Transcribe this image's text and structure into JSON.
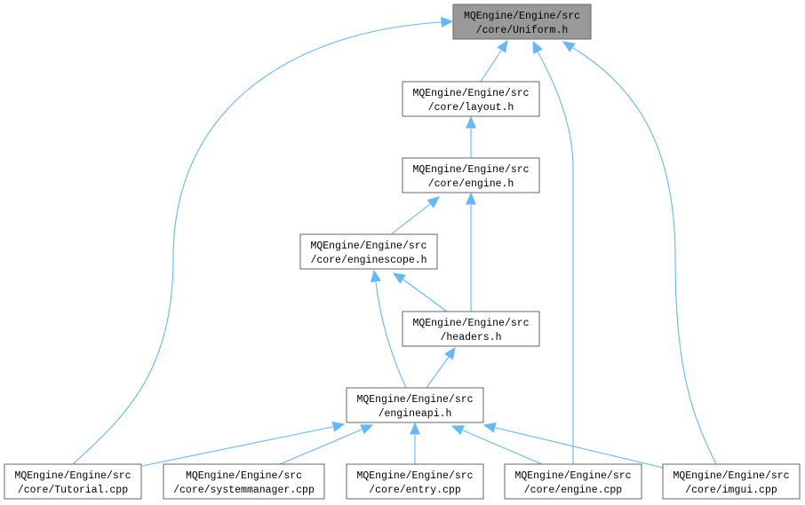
{
  "graph": {
    "nodes": [
      {
        "id": "uniform",
        "label1": "MQEngine/Engine/src",
        "label2": "/core/Uniform.h",
        "highlighted": true
      },
      {
        "id": "layout",
        "label1": "MQEngine/Engine/src",
        "label2": "/core/layout.h"
      },
      {
        "id": "engine_h",
        "label1": "MQEngine/Engine/src",
        "label2": "/core/engine.h"
      },
      {
        "id": "enginescope",
        "label1": "MQEngine/Engine/src",
        "label2": "/core/enginescope.h"
      },
      {
        "id": "headers",
        "label1": "MQEngine/Engine/src",
        "label2": "/headers.h"
      },
      {
        "id": "engineapi",
        "label1": "MQEngine/Engine/src",
        "label2": "/engineapi.h"
      },
      {
        "id": "tutorial",
        "label1": "MQEngine/Engine/src",
        "label2": "/core/Tutorial.cpp"
      },
      {
        "id": "systemmanager",
        "label1": "MQEngine/Engine/src",
        "label2": "/core/systemmanager.cpp"
      },
      {
        "id": "entry",
        "label1": "MQEngine/Engine/src",
        "label2": "/core/entry.cpp"
      },
      {
        "id": "engine_cpp",
        "label1": "MQEngine/Engine/src",
        "label2": "/core/engine.cpp"
      },
      {
        "id": "imgui",
        "label1": "MQEngine/Engine/src",
        "label2": "/core/imgui.cpp"
      }
    ],
    "edges": [
      {
        "from": "layout",
        "to": "uniform"
      },
      {
        "from": "tutorial",
        "to": "uniform"
      },
      {
        "from": "engine_cpp",
        "to": "uniform"
      },
      {
        "from": "imgui",
        "to": "uniform"
      },
      {
        "from": "engine_h",
        "to": "layout"
      },
      {
        "from": "enginescope",
        "to": "engine_h"
      },
      {
        "from": "headers",
        "to": "engine_h"
      },
      {
        "from": "headers",
        "to": "enginescope"
      },
      {
        "from": "engineapi",
        "to": "enginescope"
      },
      {
        "from": "engineapi",
        "to": "headers"
      },
      {
        "from": "tutorial",
        "to": "engineapi"
      },
      {
        "from": "systemmanager",
        "to": "engineapi"
      },
      {
        "from": "entry",
        "to": "engineapi"
      },
      {
        "from": "engine_cpp",
        "to": "engineapi"
      },
      {
        "from": "imgui",
        "to": "engineapi"
      }
    ],
    "colors": {
      "edge": "#63b8ff",
      "root_fill": "#999999",
      "node_border": "#666666",
      "node_fill": "#ffffff"
    }
  }
}
